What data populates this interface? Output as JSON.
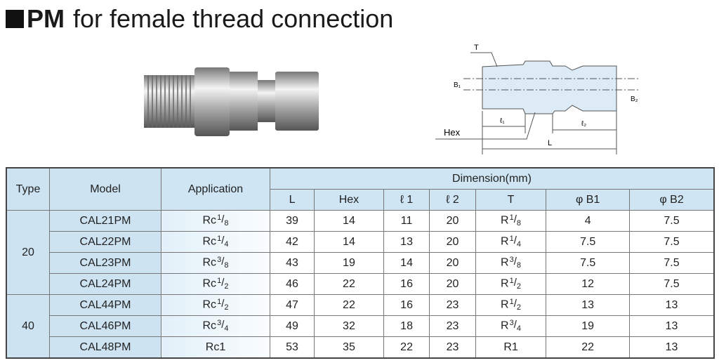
{
  "title": {
    "bold": "PM",
    "rest": "for female thread connection"
  },
  "diagram": {
    "labels": {
      "T": "T",
      "B1": "B₁",
      "B2": "B₂",
      "Hex": "Hex",
      "l1": "ℓ₁",
      "l2": "ℓ₂",
      "L": "L"
    }
  },
  "table": {
    "headers": {
      "type": "Type",
      "model": "Model",
      "application": "Application",
      "dimension": "Dimension(mm)",
      "dims": [
        "L",
        "Hex",
        "ℓ 1",
        "ℓ 2",
        "T",
        "φ B1",
        "φ B2"
      ]
    },
    "groups": [
      {
        "type": "20",
        "rows": [
          {
            "model": "CAL21PM",
            "app": {
              "base": "Rc",
              "num": "1",
              "den": "8"
            },
            "L": "39",
            "Hex": "14",
            "l1": "11",
            "l2": "20",
            "T": {
              "base": "R",
              "num": "1",
              "den": "8"
            },
            "B1": "4",
            "B2": "7.5"
          },
          {
            "model": "CAL22PM",
            "app": {
              "base": "Rc",
              "num": "1",
              "den": "4"
            },
            "L": "42",
            "Hex": "14",
            "l1": "13",
            "l2": "20",
            "T": {
              "base": "R",
              "num": "1",
              "den": "4"
            },
            "B1": "7.5",
            "B2": "7.5"
          },
          {
            "model": "CAL23PM",
            "app": {
              "base": "Rc",
              "num": "3",
              "den": "8"
            },
            "L": "43",
            "Hex": "19",
            "l1": "14",
            "l2": "20",
            "T": {
              "base": "R",
              "num": "3",
              "den": "8"
            },
            "B1": "7.5",
            "B2": "7.5"
          },
          {
            "model": "CAL24PM",
            "app": {
              "base": "Rc",
              "num": "1",
              "den": "2"
            },
            "L": "46",
            "Hex": "22",
            "l1": "16",
            "l2": "20",
            "T": {
              "base": "R",
              "num": "1",
              "den": "2"
            },
            "B1": "12",
            "B2": "7.5"
          }
        ]
      },
      {
        "type": "40",
        "rows": [
          {
            "model": "CAL44PM",
            "app": {
              "base": "Rc",
              "num": "1",
              "den": "2"
            },
            "L": "47",
            "Hex": "22",
            "l1": "16",
            "l2": "23",
            "T": {
              "base": "R",
              "num": "1",
              "den": "2"
            },
            "B1": "13",
            "B2": "13"
          },
          {
            "model": "CAL46PM",
            "app": {
              "base": "Rc",
              "num": "3",
              "den": "4"
            },
            "L": "49",
            "Hex": "32",
            "l1": "18",
            "l2": "23",
            "T": {
              "base": "R",
              "num": "3",
              "den": "4"
            },
            "B1": "19",
            "B2": "13"
          },
          {
            "model": "CAL48PM",
            "app": {
              "base": "Rc1"
            },
            "L": "53",
            "Hex": "35",
            "l1": "22",
            "l2": "23",
            "T": {
              "base": "R1"
            },
            "B1": "22",
            "B2": "13"
          }
        ]
      }
    ]
  }
}
